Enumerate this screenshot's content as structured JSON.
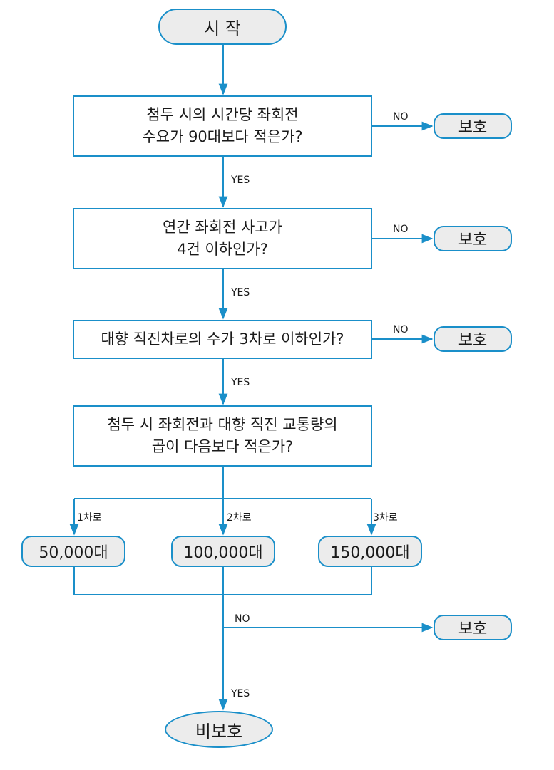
{
  "flowchart": {
    "start": "시       작",
    "decisions": [
      "첨두 시의 시간당 좌회전\n수요가 90대보다 적은가?",
      "연간 좌회전 사고가\n4건 이하인가?",
      "대향 직진차로의 수가 3차로 이하인가?",
      "첨두 시 좌회전과 대향 직진 교통량의\n곱이 다음보다 적은가?"
    ],
    "outcome_protect": "보호",
    "outcome_unprotect": "비보호",
    "yes_label": "YES",
    "no_label": "NO",
    "lane_branches": [
      {
        "lanes": "1차로",
        "threshold": "50,000대"
      },
      {
        "lanes": "2차로",
        "threshold": "100,000대"
      },
      {
        "lanes": "3차로",
        "threshold": "150,000대"
      }
    ]
  },
  "colors": {
    "line": "#1a8fc9",
    "fill": "#ececec"
  }
}
